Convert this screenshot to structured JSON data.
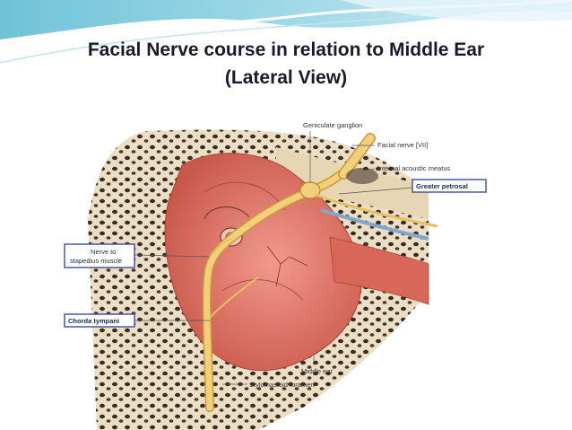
{
  "slide": {
    "title_line1": "Facial Nerve course in relation to Middle Ear",
    "title_line2": "(Lateral View)"
  },
  "labels": {
    "geniculate_ganglion": "Geniculate ganglion",
    "facial_nerve": "Facial nerve [VII]",
    "internal_acoustic_meatus": "Internal acoustic meatus",
    "greater_petrosal": "Greater petrosal",
    "nerve_to_stapedius_line1": "Nerve to",
    "nerve_to_stapedius_line2": "stapedius muscle",
    "chorda_tympani": "Chorda tympani",
    "middle_ear": "Middle ear",
    "stylomastoid_foramen": "Stylomastoid foramen"
  },
  "colors": {
    "bone": "#e8dcc0",
    "tissue": "#d96b5e",
    "nerve": "#f2cf7a",
    "highlight_box": "#3a4f9a"
  }
}
